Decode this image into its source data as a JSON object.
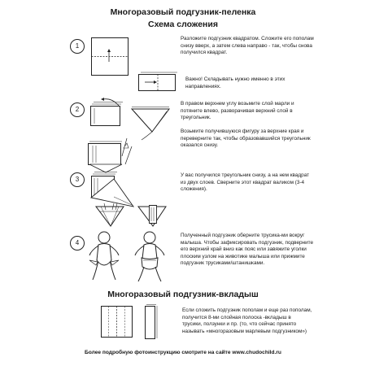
{
  "header": {
    "title": "Многоразовый подгузник-пеленка",
    "subtitle": "Схема сложения"
  },
  "steps": [
    {
      "number": "1",
      "text": "Разложите подгузник квадратом. Сложите его пополам снизу вверх, а затем слева направо - так, чтобы снова получился квадрат.",
      "note": "Важно! Складывать нужно именно в этих направлениях."
    },
    {
      "number": "2",
      "text": "В правом верхнем углу возьмите слой марли и потяните влево, разворачивая верхний слой в треугольник.",
      "text2": "Возьмите получившуюся фигуру за верхние края и переверните так, чтобы образовавшийся треугольник оказался снизу."
    },
    {
      "number": "3",
      "text": "У вас получился треугольник снизу, а на нем квадрат из двух слоев. Сверните этот квадрат валиком (3-4 сложения)."
    },
    {
      "number": "4",
      "text": "Полученный подгузник оберните трусика-ми вокруг малыша. Чтобы зафиксировать подгузник, подверните его верхний край вниз как пояс или завяжите уголки плоским узлом на животике малыша или прижмите подгузник трусиками/штанишками."
    }
  ],
  "insert_section": {
    "title": "Многоразовый подгузник-вкладыш",
    "text": "Если сложить подгузник пополам и еще раз пополам, получится 8-ми слойная полоска -вкладыш в трусики, ползунки и пр. (то, что сейчас принято называть «многоразовым марлевым подгузником»)"
  },
  "footer": {
    "text": "Более подробную фотоинструкцию смотрите на сайте www.chudochild.ru"
  }
}
